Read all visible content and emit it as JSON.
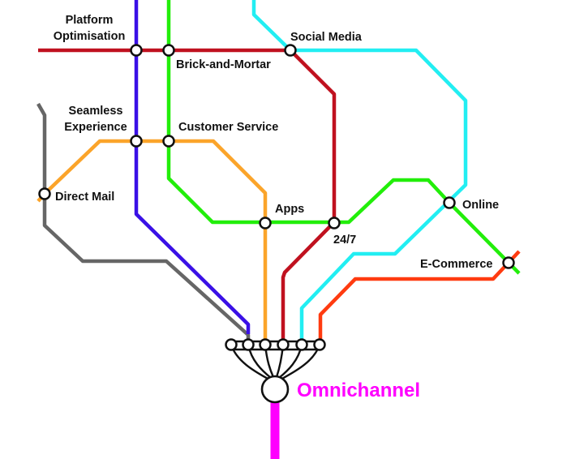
{
  "colors": {
    "red_line": "#c0111f",
    "purple_line": "#3a10e6",
    "green_line": "#22ee0a",
    "cyan_line": "#22eef2",
    "orange_line": "#fba42a",
    "grey_line": "#666666",
    "redorange_line": "#ff3b10",
    "magenta_trunk": "#ff00ff",
    "hub_label": "#ff00ff"
  },
  "stations": {
    "platform_optimisation": [
      "Platform",
      "Optimisation"
    ],
    "brick_and_mortar": "Brick-and-Mortar",
    "social_media": "Social Media",
    "seamless_experience": [
      "Seamless",
      "Experience"
    ],
    "customer_service": "Customer Service",
    "direct_mail": "Direct Mail",
    "apps": "Apps",
    "twenty_four_seven": "24/7",
    "online": "Online",
    "e_commerce": "E-Commerce"
  },
  "hub": {
    "label": "Omnichannel"
  }
}
